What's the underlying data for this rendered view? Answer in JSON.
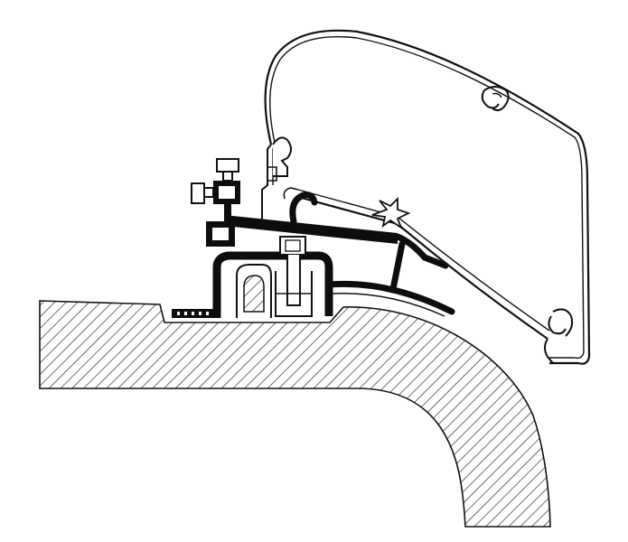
{
  "diagram": {
    "type": "technical cross-section line drawing",
    "colors": {
      "background": "#ffffff",
      "line": "#111111",
      "solid": "#0d0d0d",
      "hatch": "#222222"
    },
    "parts": [
      {
        "id": "awning-cassette",
        "icon": "awning-housing-outline"
      },
      {
        "id": "adapter-rail",
        "icon": "black-adapter-profile"
      },
      {
        "id": "roof-section",
        "icon": "hatched-roof-cross-section"
      },
      {
        "id": "upper-bolt",
        "icon": "hex-bolt"
      },
      {
        "id": "lower-bolt",
        "icon": "hex-bolt"
      },
      {
        "id": "center-bolt",
        "icon": "hex-bolt"
      },
      {
        "id": "roof-rail",
        "icon": "roof-rail-profile"
      }
    ]
  }
}
